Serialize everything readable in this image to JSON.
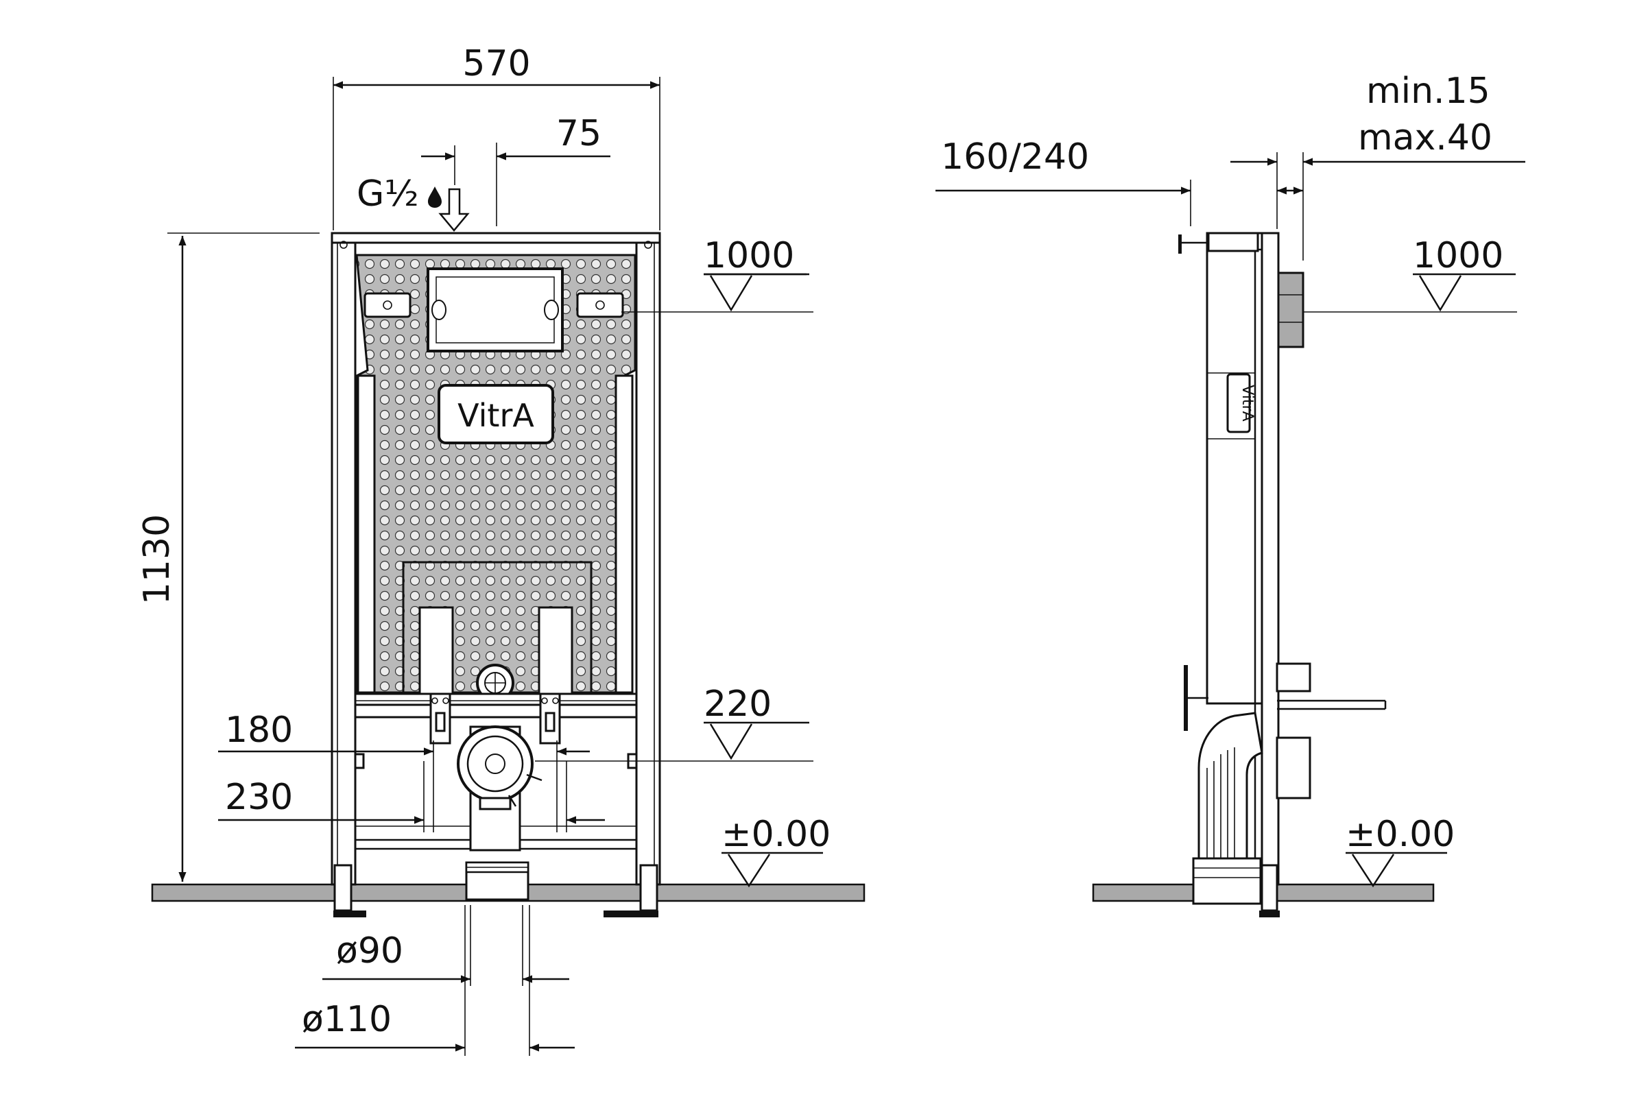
{
  "front_view": {
    "width_label": "570",
    "inlet_offset_label": "75",
    "inlet_thread_label": "G½",
    "height_label": "1130",
    "flush_height_label": "1000",
    "bolt_spacing_inner_label": "180",
    "bolt_spacing_outer_label": "230",
    "drain_height_label": "220",
    "floor_level_label": "±0.00",
    "pipe_small_label": "ø90",
    "pipe_large_label": "ø110",
    "brand_logo": "VitrA"
  },
  "side_view": {
    "depth_label": "160/240",
    "wall_min_label": "min.15",
    "wall_max_label": "max.40",
    "flush_height_label": "1000",
    "floor_level_label": "±0.00",
    "brand_logo": "VitrA"
  },
  "colors": {
    "line": "#111111",
    "ground": "#a9a9a9",
    "background": "#ffffff"
  }
}
